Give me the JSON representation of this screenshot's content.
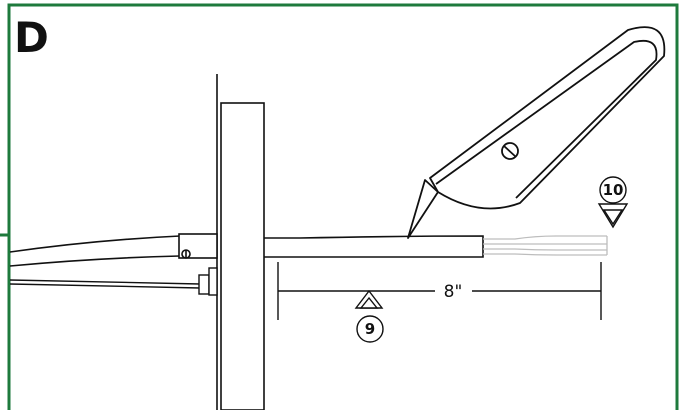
{
  "panel": {
    "letter": "D",
    "border_color": "#1e7a3c"
  },
  "dimension": {
    "label": "8\""
  },
  "callouts": [
    {
      "number": "9"
    },
    {
      "number": "10"
    }
  ]
}
